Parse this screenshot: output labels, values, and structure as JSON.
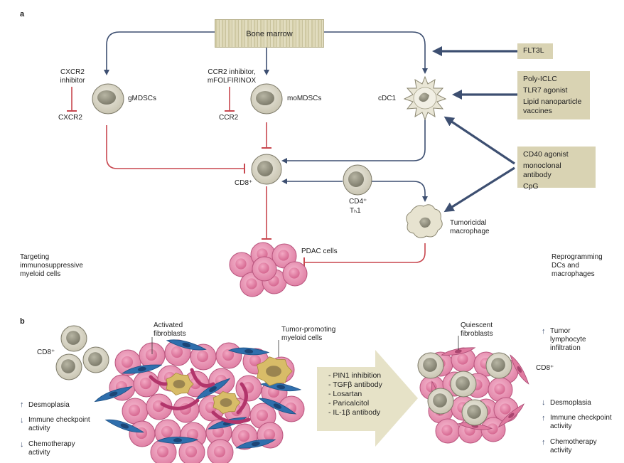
{
  "panel_a": {
    "label": "a",
    "bone_marrow": "Bone marrow",
    "cxcr2_inhibitor": "CXCR2 inhibitor",
    "cxcr2": "CXCR2",
    "gmdsc": "gMDSCs",
    "ccr2_inhibitor": "CCR2 inhibitor, mFOLFIRINOX",
    "ccr2": "CCR2",
    "momdsc": "moMDSCs",
    "cdc1": "cDC1",
    "cd8": "CD8⁺",
    "cd4": "CD4⁺",
    "th1": "Tₕ1",
    "tumoricidal": "Tumoricidal macrophage",
    "pdac": "PDAC cells",
    "left_caption": "Targeting immunosuppressive myeloid cells",
    "right_caption": "Reprogramming DCs and macrophages",
    "flt3l": "FLT3L",
    "box_dc": [
      "Poly-ICLC",
      "TLR7 agonist",
      "Lipid nanoparticle vaccines"
    ],
    "box_cd40": [
      "CD40 agonist",
      "monoclonal antibody",
      "CpG"
    ]
  },
  "panel_b": {
    "label": "b",
    "cd8_left": "CD8⁺",
    "activated_fibroblasts": "Activated fibroblasts",
    "tumor_promoting": "Tumor-promoting myeloid cells",
    "quiescent_fibroblasts": "Quiescent fibroblasts",
    "cd8_right": "CD8⁺",
    "treatments": [
      "- PIN1 inhibition",
      "- TGFβ antibody",
      "- Losartan",
      "- Paricalcitol",
      "- IL-1β antibody"
    ],
    "left_indicators": [
      {
        "dir": "up",
        "arrow": "↑",
        "text": "Desmoplasia"
      },
      {
        "dir": "down",
        "arrow": "↓",
        "text": "Immune checkpoint activity"
      },
      {
        "dir": "down",
        "arrow": "↓",
        "text": "Chemotherapy activity"
      }
    ],
    "right_indicators": [
      {
        "dir": "up",
        "arrow": "↑",
        "text": "Tumor lymphocyte infiltration"
      },
      {
        "dir": "down",
        "arrow": "↓",
        "text": "Desmoplasia"
      },
      {
        "dir": "up",
        "arrow": "↑",
        "text": "Immune checkpoint activity"
      },
      {
        "dir": "up",
        "arrow": "↑",
        "text": "Chemotherapy activity"
      }
    ]
  },
  "colors": {
    "activation_arrow": "#3d4f71",
    "inhibition_line": "#c8474f",
    "box_fill": "#d9d3b3",
    "tcell_fill": "#d9d6c7",
    "tumor_cell": "#e690b1",
    "fibroblast": "#2f6fad",
    "myeloid": "#d8bc68",
    "stroma_fiber": "#b2356b",
    "treatment_arrow": "#e6e2c7"
  }
}
